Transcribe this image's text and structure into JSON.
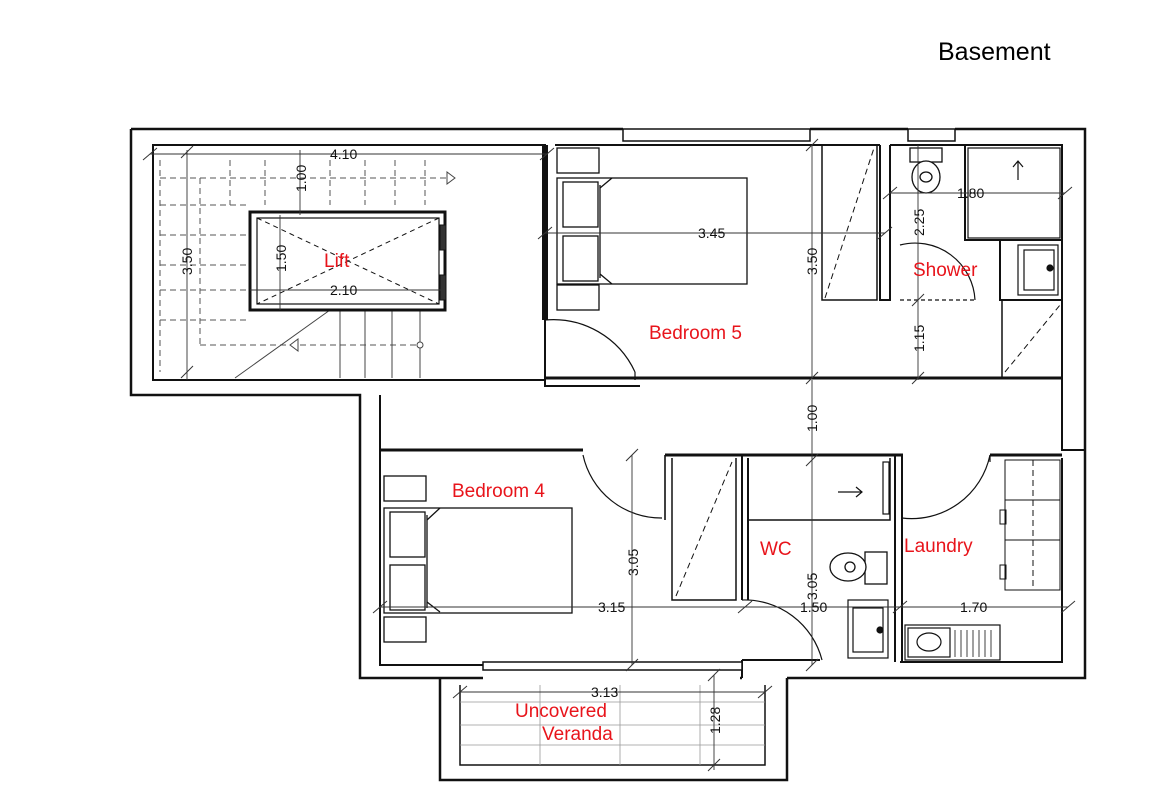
{
  "title": "Basement",
  "colors": {
    "wall": "#111111",
    "label": "#e8141b",
    "glass": "#cfcfcf",
    "floor": "#ffffff"
  },
  "rooms": {
    "lift": "Lift",
    "bedroom5": "Bedroom 5",
    "shower": "Shower",
    "bedroom4": "Bedroom 4",
    "wc": "WC",
    "laundry": "Laundry",
    "veranda_line1": "Uncovered",
    "veranda_line2": "Veranda"
  },
  "dimensions": {
    "stair_width": "4.10",
    "stair_depth": "3.50",
    "stair_top": "1.00",
    "lift_width": "2.10",
    "lift_depth": "1.50",
    "bed5_width": "3.45",
    "bed5_depth": "3.50",
    "shower_width": "1.80",
    "shower_depth": "2.25",
    "shower_lower": "1.15",
    "corridor": "1.00",
    "bed4_depth": "3.05",
    "bed4_width": "3.15",
    "wc_width": "1.50",
    "wc_depth": "3.05",
    "laundry_width": "1.70",
    "veranda_width": "3.13",
    "veranda_depth": "1.28"
  },
  "icons": [
    "bed-icon",
    "toilet-icon",
    "sink-icon",
    "stove-icon",
    "arrow-icon",
    "door-swing-icon"
  ]
}
